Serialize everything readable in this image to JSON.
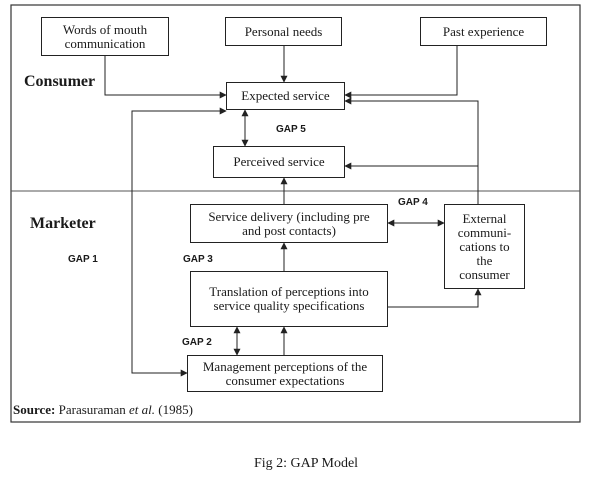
{
  "sections": {
    "consumer": "Consumer",
    "marketer": "Marketer"
  },
  "boxes": {
    "words_of_mouth": "Words of mouth communication",
    "personal_needs": "Personal needs",
    "past_experience": "Past experience",
    "expected_service": "Expected service",
    "perceived_service": "Perceived service",
    "service_delivery": "Service delivery (including pre and post contacts)",
    "translation": "Translation of perceptions into service quality specifications",
    "management_perceptions": "Management perceptions of the consumer expectations",
    "external_communications": "External communi-cations to the consumer"
  },
  "gaps": {
    "gap1": "GAP 1",
    "gap2": "GAP 2",
    "gap3": "GAP 3",
    "gap4": "GAP 4",
    "gap5": "GAP 5"
  },
  "source": {
    "label": "Source:",
    "author": "Parasuraman",
    "etal": "et al.",
    "year": "(1985)"
  },
  "caption": "Fig 2: GAP Model"
}
